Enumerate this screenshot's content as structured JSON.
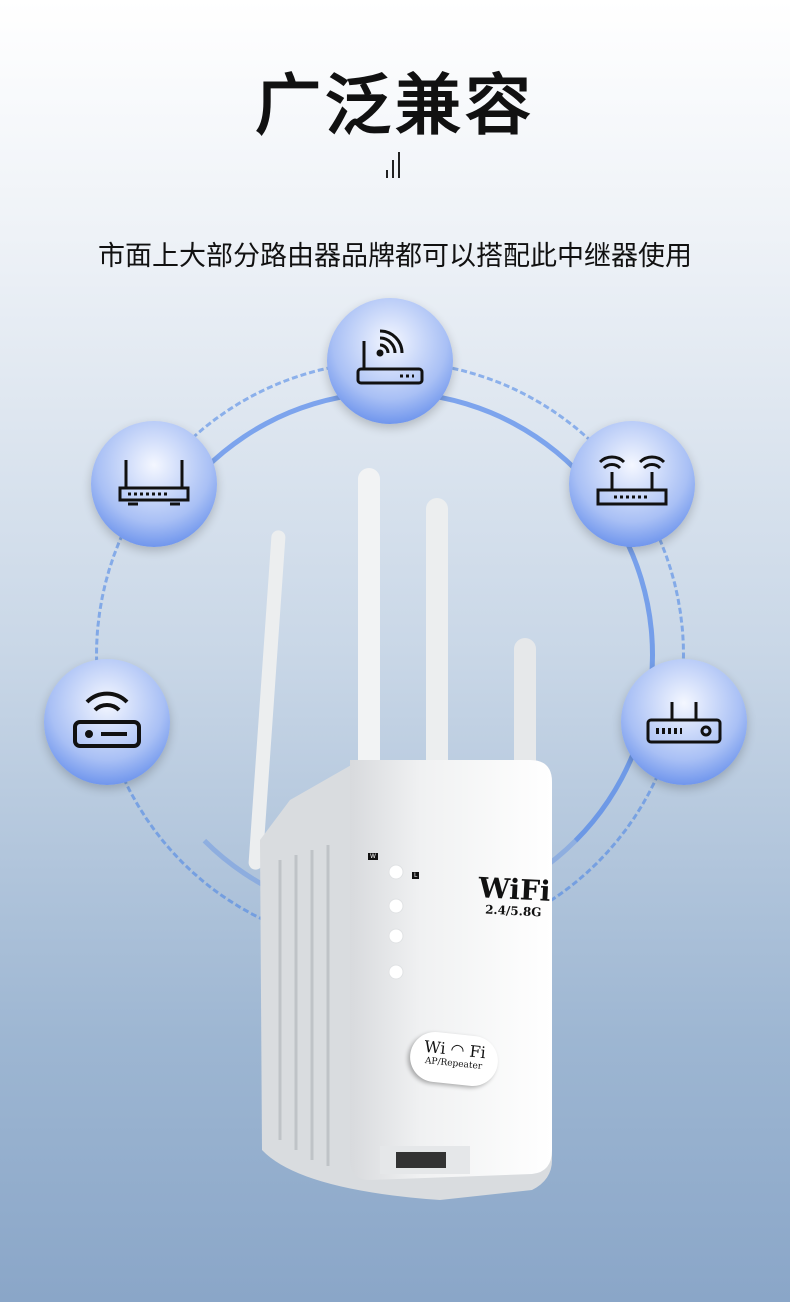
{
  "title": "广泛兼容",
  "subtitle": "市面上大部分路由器品牌都可以搭配此中继器使用",
  "nodes": [
    {
      "icon": "wifi-router-icon"
    },
    {
      "icon": "router-two-antenna-icon"
    },
    {
      "icon": "dual-wifi-router-icon"
    },
    {
      "icon": "wireless-modem-icon"
    },
    {
      "icon": "router-small-icon"
    }
  ],
  "device": {
    "logo_text": "WiFi",
    "band": "2.4/5.8G",
    "badge_left": "Wi",
    "badge_right": "Fi",
    "badge_mode": "AP/Repeater",
    "led_labels": [
      "W",
      "L"
    ]
  },
  "colors": {
    "accent": "#3f72e6"
  }
}
